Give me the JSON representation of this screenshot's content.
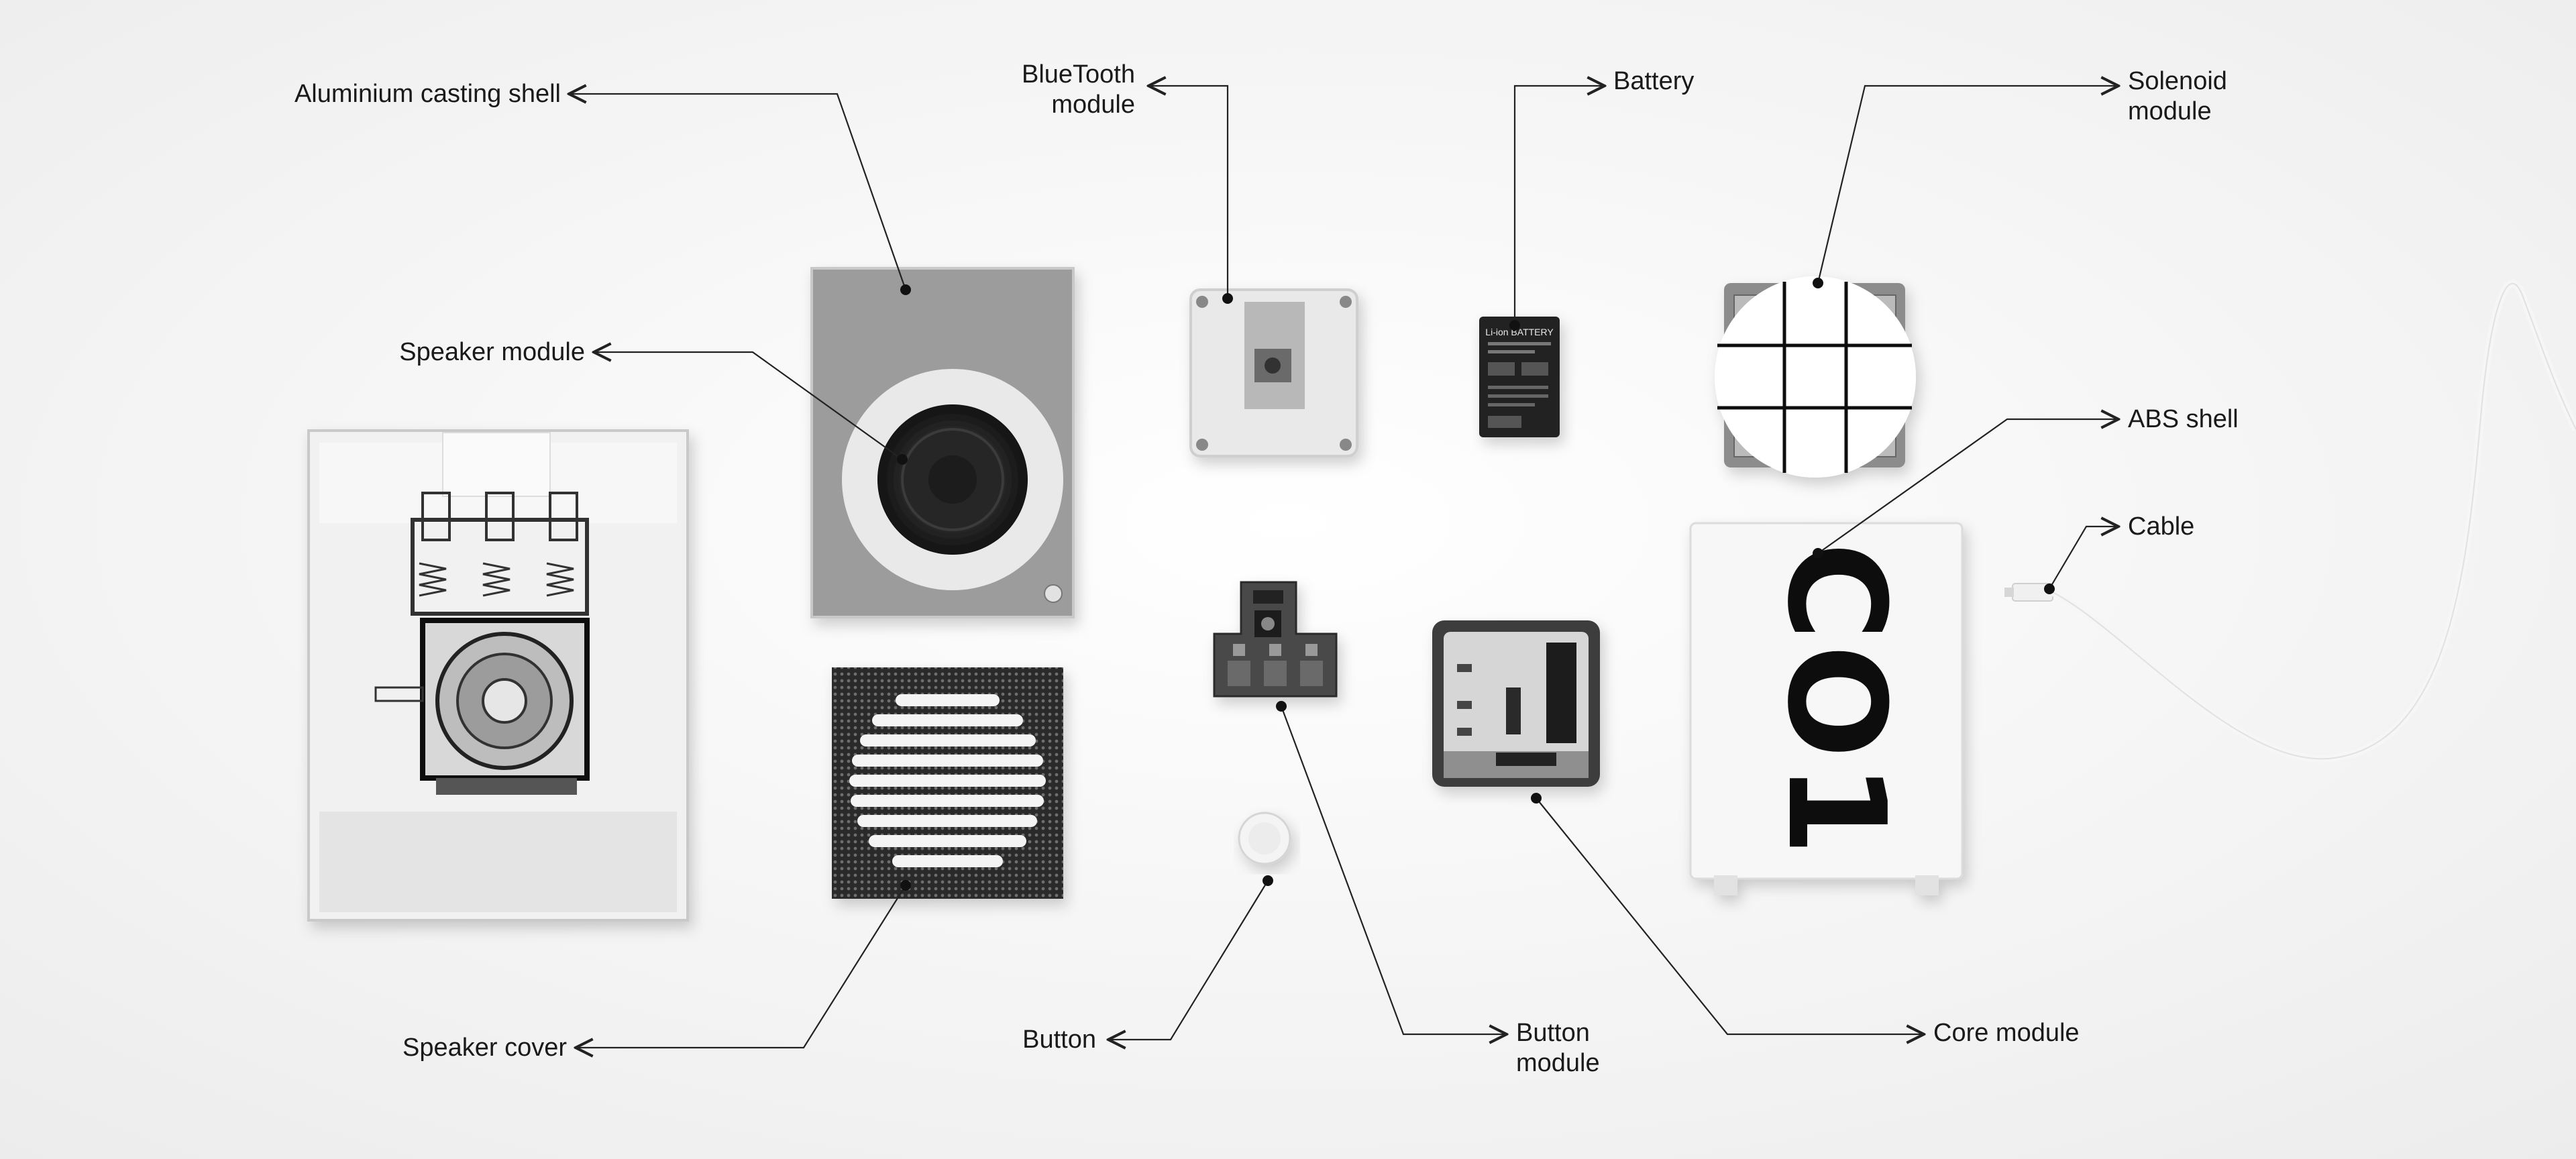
{
  "diagram": {
    "labels": {
      "aluminium_shell": "Aluminium casting shell",
      "bluetooth_line1": "BlueTooth",
      "bluetooth_line2": "module",
      "battery": "Battery",
      "solenoid_line1": "Solenoid",
      "solenoid_line2": "module",
      "speaker_module": "Speaker module",
      "abs_shell": "ABS shell",
      "cable": "Cable",
      "speaker_cover": "Speaker cover",
      "button": "Button",
      "button_module_line1": "Button",
      "button_module_line2": "module",
      "core_module": "Core module"
    },
    "battery_print": {
      "line1": "Li-ion BATTERY"
    },
    "shell_print": "CO1"
  },
  "colors": {
    "background": "#fafafa",
    "leader": "#222222",
    "aluminium": "#9e9e9e",
    "dark_component": "#2b2b2b"
  }
}
